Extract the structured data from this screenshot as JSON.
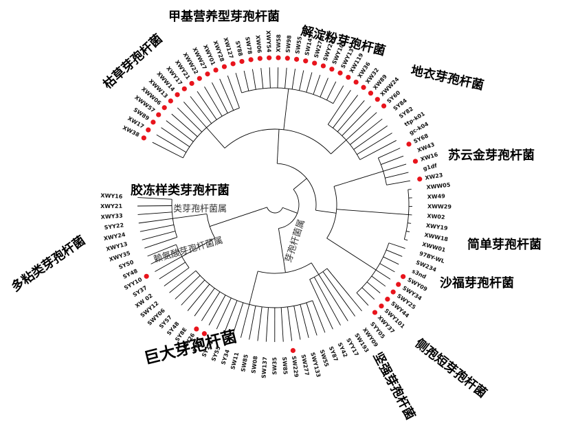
{
  "tree": {
    "marker_color": "#e8141c",
    "leaves": [
      {
        "label": "XW38",
        "red": true
      },
      {
        "label": "XW17",
        "red": true
      },
      {
        "label": "SW89",
        "red": true
      },
      {
        "label": "XWW57",
        "red": true
      },
      {
        "label": "XWW06",
        "red": true
      },
      {
        "label": "XWW13",
        "red": true
      },
      {
        "label": "XWW14",
        "red": true
      },
      {
        "label": "XWY17",
        "red": true
      },
      {
        "label": "XWY21",
        "red": true
      },
      {
        "label": "XWW22",
        "red": true
      },
      {
        "label": "XWW27",
        "red": true
      },
      {
        "label": "XWY01",
        "red": true
      },
      {
        "label": "XWY28",
        "red": true
      },
      {
        "label": "XW127",
        "red": true
      },
      {
        "label": "SY88",
        "red": true
      },
      {
        "label": "SW78",
        "red": true
      },
      {
        "label": "XW06",
        "red": true
      },
      {
        "label": "XWY54",
        "red": true
      },
      {
        "label": "XW58",
        "red": true
      },
      {
        "label": "SW98",
        "red": true
      },
      {
        "label": "SW55",
        "red": true
      },
      {
        "label": "SW143",
        "red": true
      },
      {
        "label": "SW278",
        "red": true
      },
      {
        "label": "SWY232",
        "red": true
      },
      {
        "label": "SWY105",
        "red": true
      },
      {
        "label": "SWY137",
        "red": true
      },
      {
        "label": "XW119",
        "red": true
      },
      {
        "label": "XW36",
        "red": true
      },
      {
        "label": "XW32",
        "red": true
      },
      {
        "label": "XW89",
        "red": true
      },
      {
        "label": "XWW24",
        "red": true
      },
      {
        "label": "SY60",
        "red": true
      },
      {
        "label": "SY84",
        "red": false
      },
      {
        "label": "SY82",
        "red": false
      },
      {
        "label": "ttp-k01",
        "red": false
      },
      {
        "label": "gc-k04",
        "red": false
      },
      {
        "label": "SY68",
        "red": true
      },
      {
        "label": "XW43",
        "red": false
      },
      {
        "label": "XW16",
        "red": true
      },
      {
        "label": "g1df",
        "red": false
      },
      {
        "label": "XW23",
        "red": true
      },
      {
        "label": "XWW05",
        "red": false
      },
      {
        "label": "XW49",
        "red": false
      },
      {
        "label": "XWW29",
        "red": false
      },
      {
        "label": "XW02",
        "red": false
      },
      {
        "label": "XWY19",
        "red": false
      },
      {
        "label": "XWW18",
        "red": false
      },
      {
        "label": "XWW01",
        "red": false
      },
      {
        "label": "97BY-WL",
        "red": false
      },
      {
        "label": "SW234",
        "red": false
      },
      {
        "label": "s3nd",
        "red": false
      },
      {
        "label": "SWY09",
        "red": true
      },
      {
        "label": "SWY34",
        "red": true
      },
      {
        "label": "SWY25",
        "red": true
      },
      {
        "label": "SWY44",
        "red": true
      },
      {
        "label": "SWY101",
        "red": true
      },
      {
        "label": "XWY37",
        "red": true
      },
      {
        "label": "SYY05",
        "red": false
      },
      {
        "label": "XWY09",
        "red": false
      },
      {
        "label": "SW193",
        "red": false
      },
      {
        "label": "SYY17",
        "red": false
      },
      {
        "label": "SY42",
        "red": false
      },
      {
        "label": "SY87",
        "red": false
      },
      {
        "label": "SW55",
        "red": false
      },
      {
        "label": "SWY133",
        "red": false
      },
      {
        "label": "SW277",
        "red": false
      },
      {
        "label": "SW229",
        "red": true
      },
      {
        "label": "SW85",
        "red": false
      },
      {
        "label": "SW35",
        "red": false
      },
      {
        "label": "SW137",
        "red": false
      },
      {
        "label": "SW08",
        "red": false
      },
      {
        "label": "SW85",
        "red": false
      },
      {
        "label": "SW11",
        "red": false
      },
      {
        "label": "SY34",
        "red": false
      },
      {
        "label": "SY55",
        "red": false
      },
      {
        "label": "SY12",
        "red": false
      },
      {
        "label": "SY04",
        "red": true
      },
      {
        "label": "SW26",
        "red": true
      },
      {
        "label": "SY8E",
        "red": false
      },
      {
        "label": "SY48",
        "red": false
      },
      {
        "label": "SY57",
        "red": false
      },
      {
        "label": "SWY06",
        "red": false
      },
      {
        "label": "SWY12",
        "red": false
      },
      {
        "label": "XW 02",
        "red": false
      },
      {
        "label": "SY37",
        "red": false
      },
      {
        "label": "SYY10",
        "red": true
      },
      {
        "label": "SY48",
        "red": false
      },
      {
        "label": "SY50",
        "red": false
      },
      {
        "label": "XWY35",
        "red": false
      },
      {
        "label": "XWY13",
        "red": false
      },
      {
        "label": "XWY24",
        "red": false
      },
      {
        "label": "SYY22",
        "red": false
      },
      {
        "label": "XWY33",
        "red": false
      },
      {
        "label": "XWY21",
        "red": false
      },
      {
        "label": "XWY16",
        "red": false
      }
    ]
  },
  "clades": {
    "jiajiyingyang": "甲基营养型芽孢杆菌",
    "jiedianfen": "解淀粉芽孢杆菌",
    "diyi": "地衣芽孢杆菌",
    "kucao": "枯草芽孢杆菌",
    "suyunjin": "苏云金芽孢杆菌",
    "jiaodongyang": "胶冻样类芽孢杆菌",
    "jiandan": "简单芽孢杆菌",
    "duonianlei": "多粘类芽孢杆菌",
    "shafu": "沙福芽孢杆菌",
    "cebaoduan": "侧孢短芽孢杆菌",
    "juda": "巨大芽孢杆菌",
    "jianqiang": "坚强芽孢杆菌"
  },
  "genera": {
    "paenibacillus": "类芽孢杆菌属",
    "lysinibacillus": "赖氨酸芽孢杆菌属",
    "bacillus": "芽孢杆菌属"
  }
}
